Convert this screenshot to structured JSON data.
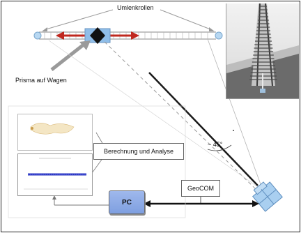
{
  "labels": {
    "pulleys": "Umlenkrollen",
    "prism": "Prisma auf Wagen",
    "analysis": "Berechnung und Analyse",
    "pc": "PC",
    "geocom": "GeoCOM",
    "angle": "~ 45°"
  },
  "colors": {
    "arrow_red": "#c0281f",
    "prism_blue": "#8fbde8",
    "pc_blue": "#8aa8e6",
    "instrument_blue": "#a9cff0",
    "signal_line": "#1a1a1a",
    "dashed_line": "#9a9a9a",
    "grey_line": "#b5b5b5"
  },
  "icons": {
    "pulley": "circle",
    "prism": "diamond",
    "instrument": "rotated-box"
  }
}
